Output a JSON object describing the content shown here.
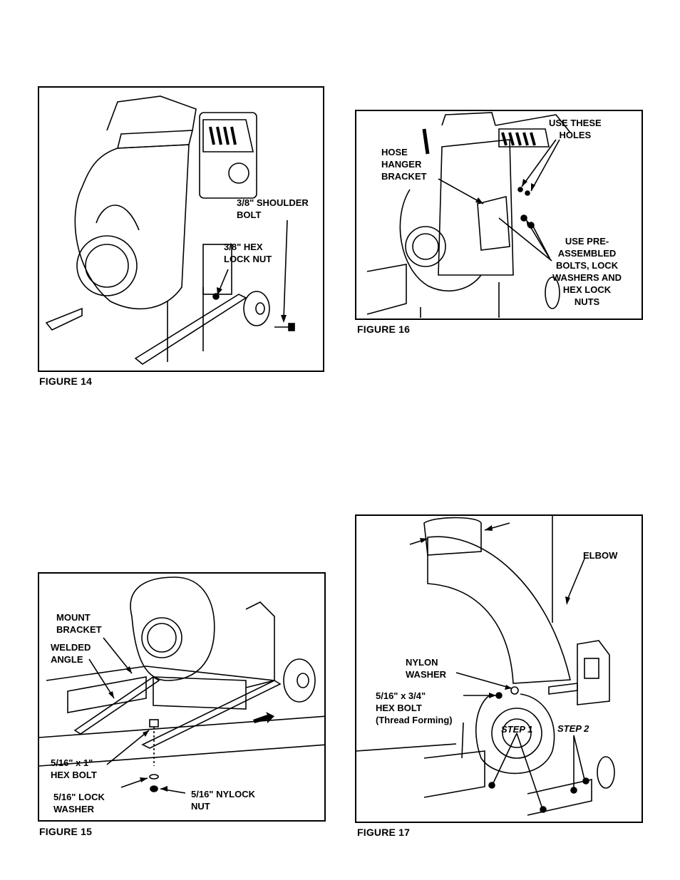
{
  "figures": [
    {
      "caption": "FIGURE 14",
      "labels": {
        "shoulder_bolt": "3/8\" SHOULDER\nBOLT",
        "hex_lock_nut": "3/8\" HEX\nLOCK NUT"
      }
    },
    {
      "caption": "FIGURE 15",
      "labels": {
        "mount_bracket": "MOUNT\nBRACKET",
        "welded_angle": "WELDED\nANGLE",
        "hex_bolt": "5/16\" x 1\"\nHEX BOLT",
        "lock_washer": "5/16\" LOCK\nWASHER",
        "nylock_nut": "5/16\" NYLOCK\nNUT"
      }
    },
    {
      "caption": "FIGURE 16",
      "labels": {
        "use_holes": "USE THESE\nHOLES",
        "hose_hanger": "HOSE\nHANGER\nBRACKET",
        "preassembled": "USE PRE-\nASSEMBLED\nBOLTS, LOCK\nWASHERS AND\nHEX LOCK\nNUTS"
      }
    },
    {
      "caption": "FIGURE 17",
      "labels": {
        "elbow": "ELBOW",
        "nylon_washer": "NYLON\nWASHER",
        "hex_bolt_tf": "5/16\" x 3/4\"\nHEX BOLT\n(Thread Forming)",
        "step1": "STEP 1",
        "step2": "STEP 2"
      }
    }
  ]
}
